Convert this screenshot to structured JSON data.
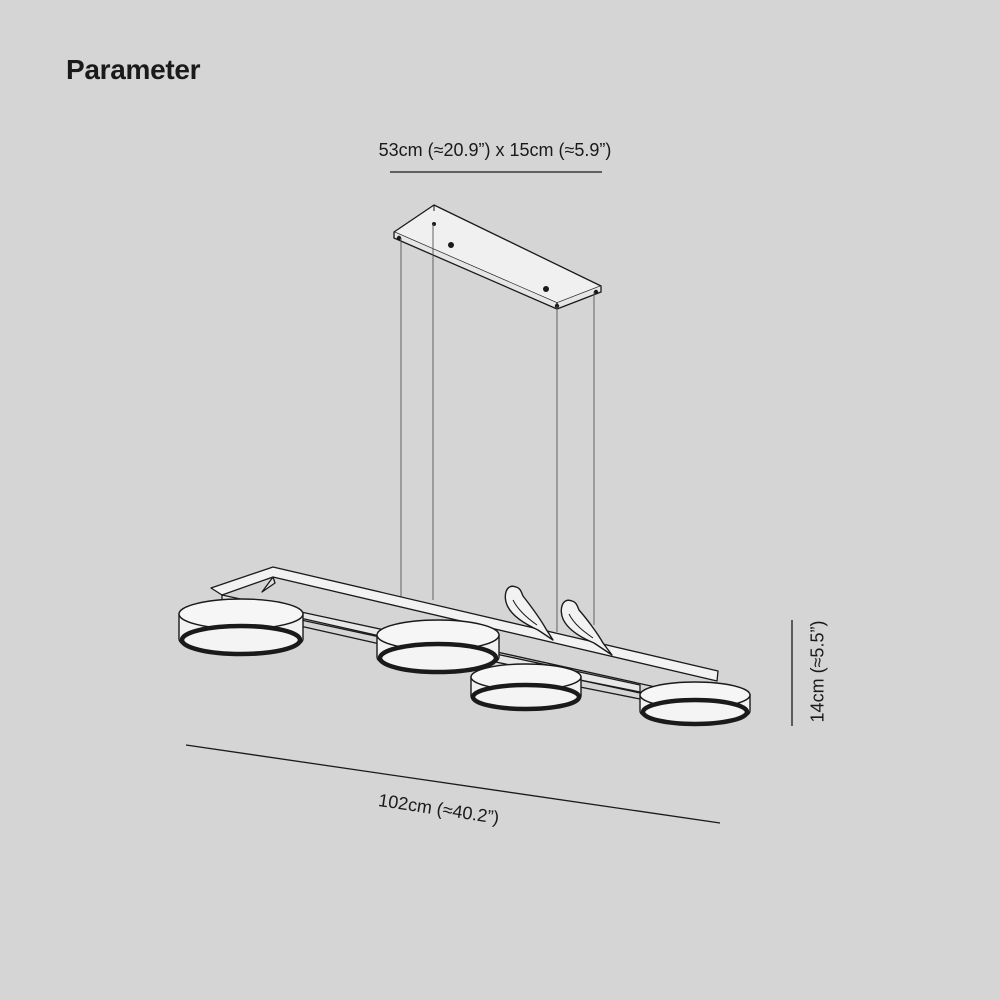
{
  "title": "Parameter",
  "dimensions": {
    "canopy": "53cm (≈20.9”) x 15cm (≈5.9”)",
    "width": "102cm (≈40.2”)",
    "height": "14cm (≈5.5”)"
  },
  "colors": {
    "background": "#d5d5d5",
    "line": "#1a1a1a",
    "fixture_fill": "#f2f2f2"
  },
  "fixture": {
    "shade_count": 4,
    "bird_ornaments": 2,
    "suspension_wires": 4
  }
}
